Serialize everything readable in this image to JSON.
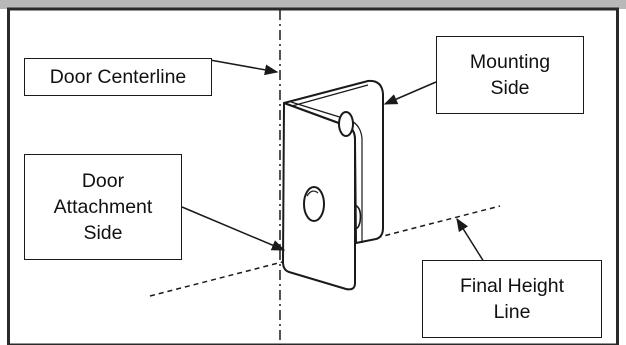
{
  "diagram": {
    "labels": {
      "door_centerline": [
        "Door Centerline"
      ],
      "mounting_side": [
        "Mounting",
        "Side"
      ],
      "door_attachment_side": [
        "Door",
        "Attachment",
        "Side"
      ],
      "final_height_line": [
        "Final Height",
        "Line"
      ]
    },
    "colors": {
      "line": "#1a1a1a",
      "frame": "#2a2a2a",
      "top_band": "#b8b8b8"
    }
  }
}
